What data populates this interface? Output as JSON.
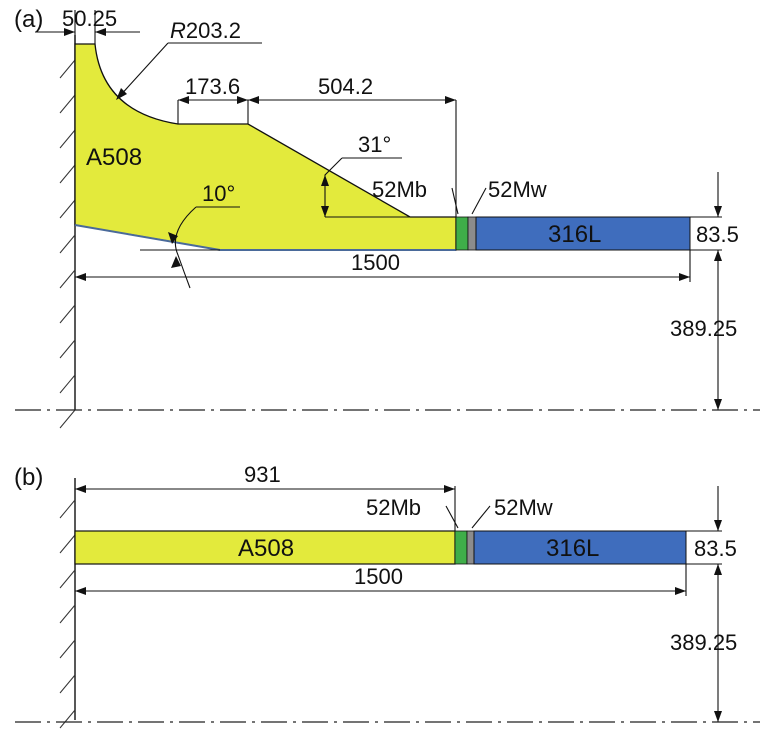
{
  "colors": {
    "a508": "#e3ea3c",
    "weld_buttering_52Mb": "#3fae49",
    "weld_52Mw": "#8c8c8c",
    "stainless_316L": "#3f6dbd",
    "outline": "#111111"
  },
  "panel_a": {
    "panel_label": "(a)",
    "labels": {
      "material_a508": "A508",
      "material_316l": "316L",
      "buttering": "52Mb",
      "weld": "52Mw"
    },
    "dimensions": {
      "wall_thickness_top": "50.25",
      "radius": "203.2",
      "radius_prefix": "R",
      "flat_length": "173.6",
      "taper_length": "504.2",
      "taper_angle": "31°",
      "inner_angle": "10°",
      "total_length": "1500",
      "pipe_thickness": "83.5",
      "inner_radius": "389.25"
    }
  },
  "panel_b": {
    "panel_label": "(b)",
    "labels": {
      "material_a508": "A508",
      "material_316l": "316L",
      "buttering": "52Mb",
      "weld": "52Mw"
    },
    "dimensions": {
      "a508_length": "931",
      "total_length": "1500",
      "pipe_thickness": "83.5",
      "inner_radius": "389.25"
    }
  }
}
